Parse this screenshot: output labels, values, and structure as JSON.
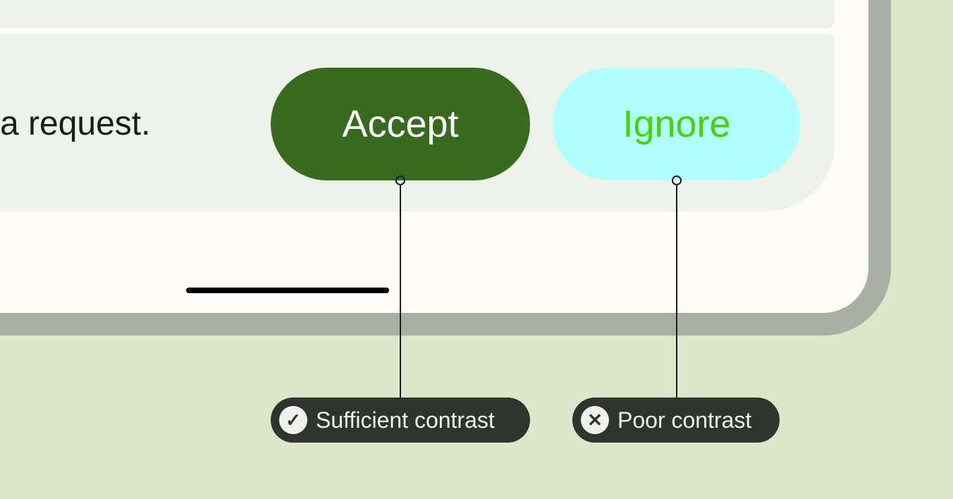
{
  "message": "a request.",
  "buttons": {
    "accept": "Accept",
    "ignore": "Ignore"
  },
  "colors": {
    "accept_bg": "#386a20",
    "accept_text": "#ffffff",
    "ignore_bg": "#b0fffe",
    "ignore_text": "#46d400"
  },
  "annotations": {
    "good": {
      "label": "Sufficient contrast",
      "icon": "check-circle-icon",
      "glyph": "✓"
    },
    "bad": {
      "label": "Poor contrast",
      "icon": "x-circle-icon",
      "glyph": "✕"
    }
  }
}
